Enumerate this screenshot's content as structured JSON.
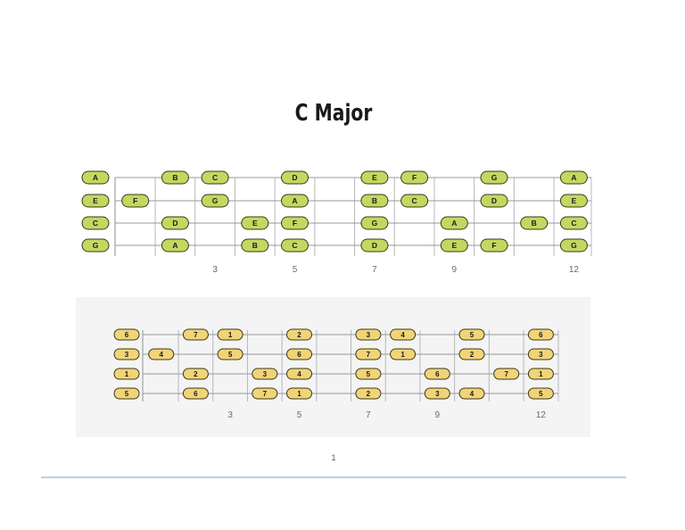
{
  "title": "C Major",
  "page_number": "1",
  "colors": {
    "note_fill": "#c3d860",
    "number_fill": "#f2d477",
    "pill_stroke": "#3a3a1a",
    "string_line": "#999999",
    "fret_line": "#b8b8b8",
    "rule": "#b9d2e4"
  },
  "diagrams": [
    {
      "name": "note-diagram",
      "fret_markers": [
        "3",
        "5",
        "7",
        "9",
        "12"
      ],
      "strings": [
        {
          "open": "A",
          "frets": {
            "2": "B",
            "3": "C",
            "5": "D",
            "7": "E",
            "8": "F",
            "10": "G",
            "12": "A"
          }
        },
        {
          "open": "E",
          "frets": {
            "1": "F",
            "3": "G",
            "5": "A",
            "7": "B",
            "8": "C",
            "10": "D",
            "12": "E"
          }
        },
        {
          "open": "C",
          "frets": {
            "2": "D",
            "4": "E",
            "5": "F",
            "7": "G",
            "9": "A",
            "11": "B",
            "12": "C"
          }
        },
        {
          "open": "G",
          "frets": {
            "2": "A",
            "4": "B",
            "5": "C",
            "7": "D",
            "9": "E",
            "10": "F",
            "12": "G"
          }
        }
      ]
    },
    {
      "name": "degree-diagram",
      "fret_markers": [
        "3",
        "5",
        "7",
        "9",
        "12"
      ],
      "strings": [
        {
          "open": "6",
          "frets": {
            "2": "7",
            "3": "1",
            "5": "2",
            "7": "3",
            "8": "4",
            "10": "5",
            "12": "6"
          }
        },
        {
          "open": "3",
          "frets": {
            "1": "4",
            "3": "5",
            "5": "6",
            "7": "7",
            "8": "1",
            "10": "2",
            "12": "3"
          }
        },
        {
          "open": "1",
          "frets": {
            "2": "2",
            "4": "3",
            "5": "4",
            "7": "5",
            "9": "6",
            "11": "7",
            "12": "1"
          }
        },
        {
          "open": "5",
          "frets": {
            "2": "6",
            "4": "7",
            "5": "1",
            "7": "2",
            "9": "3",
            "10": "4",
            "12": "5"
          }
        }
      ]
    }
  ]
}
